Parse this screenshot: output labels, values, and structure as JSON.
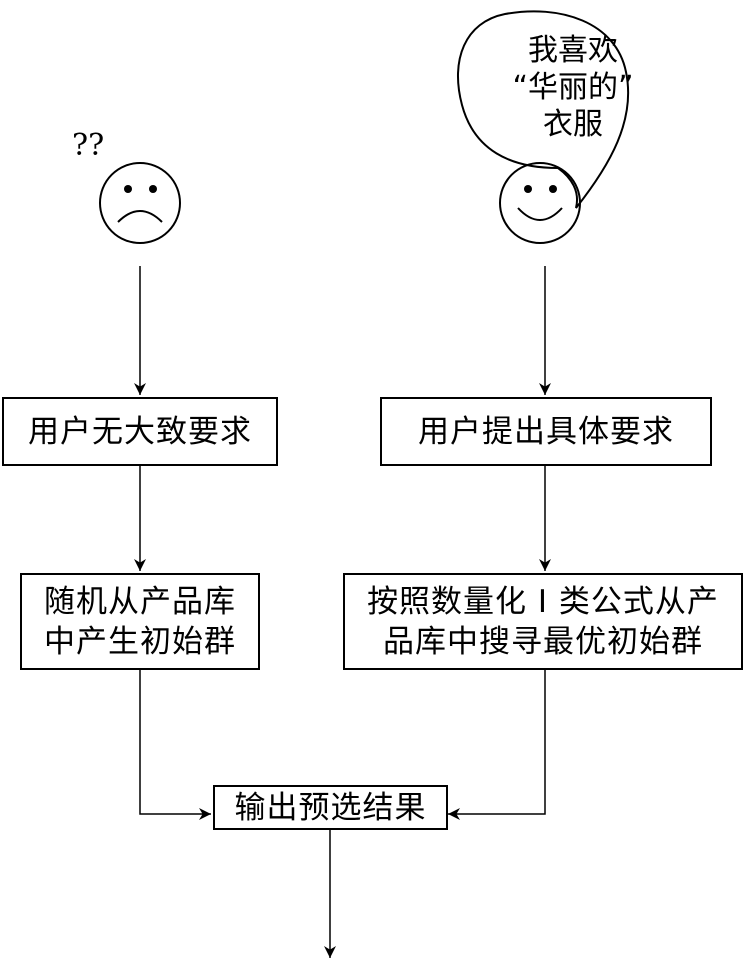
{
  "left_user": {
    "question_marks": "??",
    "box1": "用户无大致要求",
    "box2_lines": [
      "随机从产品库",
      "中产生初始群"
    ]
  },
  "right_user": {
    "speech_lines": [
      "我喜欢",
      "“华丽的”",
      "衣服"
    ],
    "box1": "用户提出具体要求",
    "box2_lines": [
      "按照数量化 I 类公式从产",
      "品库中搜寻最优初始群"
    ]
  },
  "output_box": "输出预选结果"
}
